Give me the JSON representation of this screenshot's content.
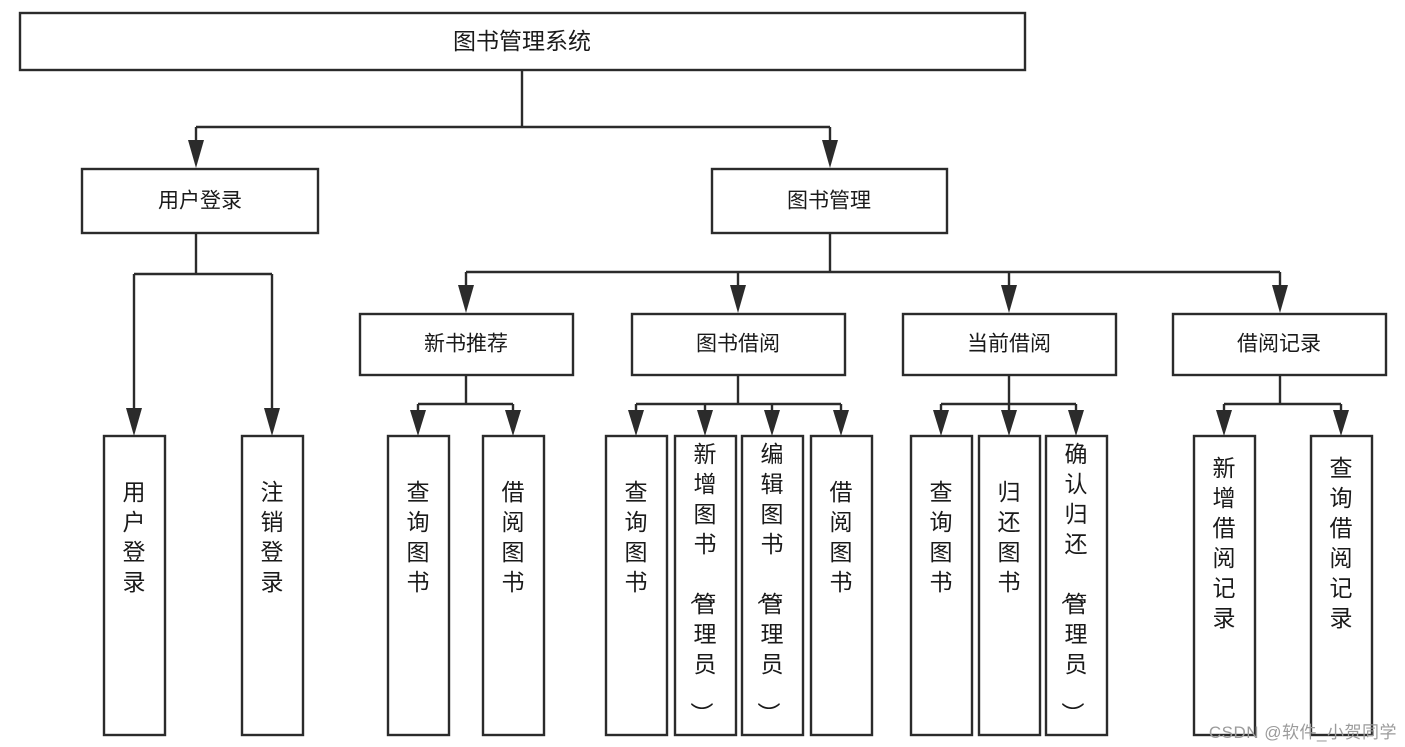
{
  "diagram": {
    "type": "tree",
    "title": "图书管理系统",
    "watermark": "CSDN @软件_小贺同学",
    "colors": {
      "background": "#ffffff",
      "box_fill": "#ffffff",
      "box_stroke": "#2b2b2b",
      "text": "#1a1a1a",
      "watermark": "#9b9b9b"
    },
    "root": {
      "label": "图书管理系统"
    },
    "level1": [
      {
        "label": "用户登录"
      },
      {
        "label": "图书管理"
      }
    ],
    "level2": [
      {
        "label": "新书推荐"
      },
      {
        "label": "图书借阅"
      },
      {
        "label": "当前借阅"
      },
      {
        "label": "借阅记录"
      }
    ],
    "leaves": {
      "user_login": [
        {
          "label": "用户登录"
        },
        {
          "label": "注销登录"
        }
      ],
      "new_book_recommend": [
        {
          "label": "查询图书"
        },
        {
          "label": "借阅图书"
        }
      ],
      "book_borrow": [
        {
          "label": "查询图书"
        },
        {
          "label": "新增图书（管理员）"
        },
        {
          "label": "编辑图书（管理员）"
        },
        {
          "label": "借阅图书"
        }
      ],
      "current_borrow": [
        {
          "label": "查询图书"
        },
        {
          "label": "归还图书"
        },
        {
          "label": "确认归还（管理员）"
        }
      ],
      "borrow_record": [
        {
          "label": "新增借阅记录"
        },
        {
          "label": "查询借阅记录"
        }
      ]
    }
  }
}
